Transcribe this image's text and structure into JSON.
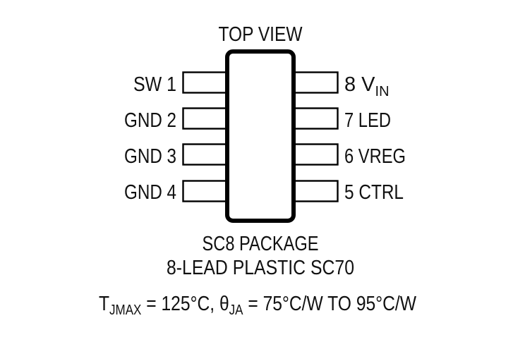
{
  "title": "TOP VIEW",
  "package": {
    "name": "SC8 PACKAGE",
    "description": "8-LEAD PLASTIC SC70"
  },
  "pins_left": [
    {
      "number": "1",
      "name": "SW",
      "label": "SW 1"
    },
    {
      "number": "2",
      "name": "GND",
      "label": "GND 2"
    },
    {
      "number": "3",
      "name": "GND",
      "label": "GND 3"
    },
    {
      "number": "4",
      "name": "GND",
      "label": "GND 4"
    }
  ],
  "pins_right": [
    {
      "number": "8",
      "name": "VIN",
      "label_main": "8 V",
      "label_sub": "IN"
    },
    {
      "number": "7",
      "name": "LED",
      "label_main": "7 LED"
    },
    {
      "number": "6",
      "name": "VREG",
      "label_main": "6 VREG"
    },
    {
      "number": "5",
      "name": "CTRL",
      "label_main": "5 CTRL"
    }
  ],
  "thermal": {
    "t_symbol": "T",
    "t_sub": "JMAX",
    "t_value": " = 125°C, ",
    "theta_symbol": "θ",
    "theta_sub": "JA",
    "theta_value": " = 75°C/W TO 95°C/W"
  }
}
